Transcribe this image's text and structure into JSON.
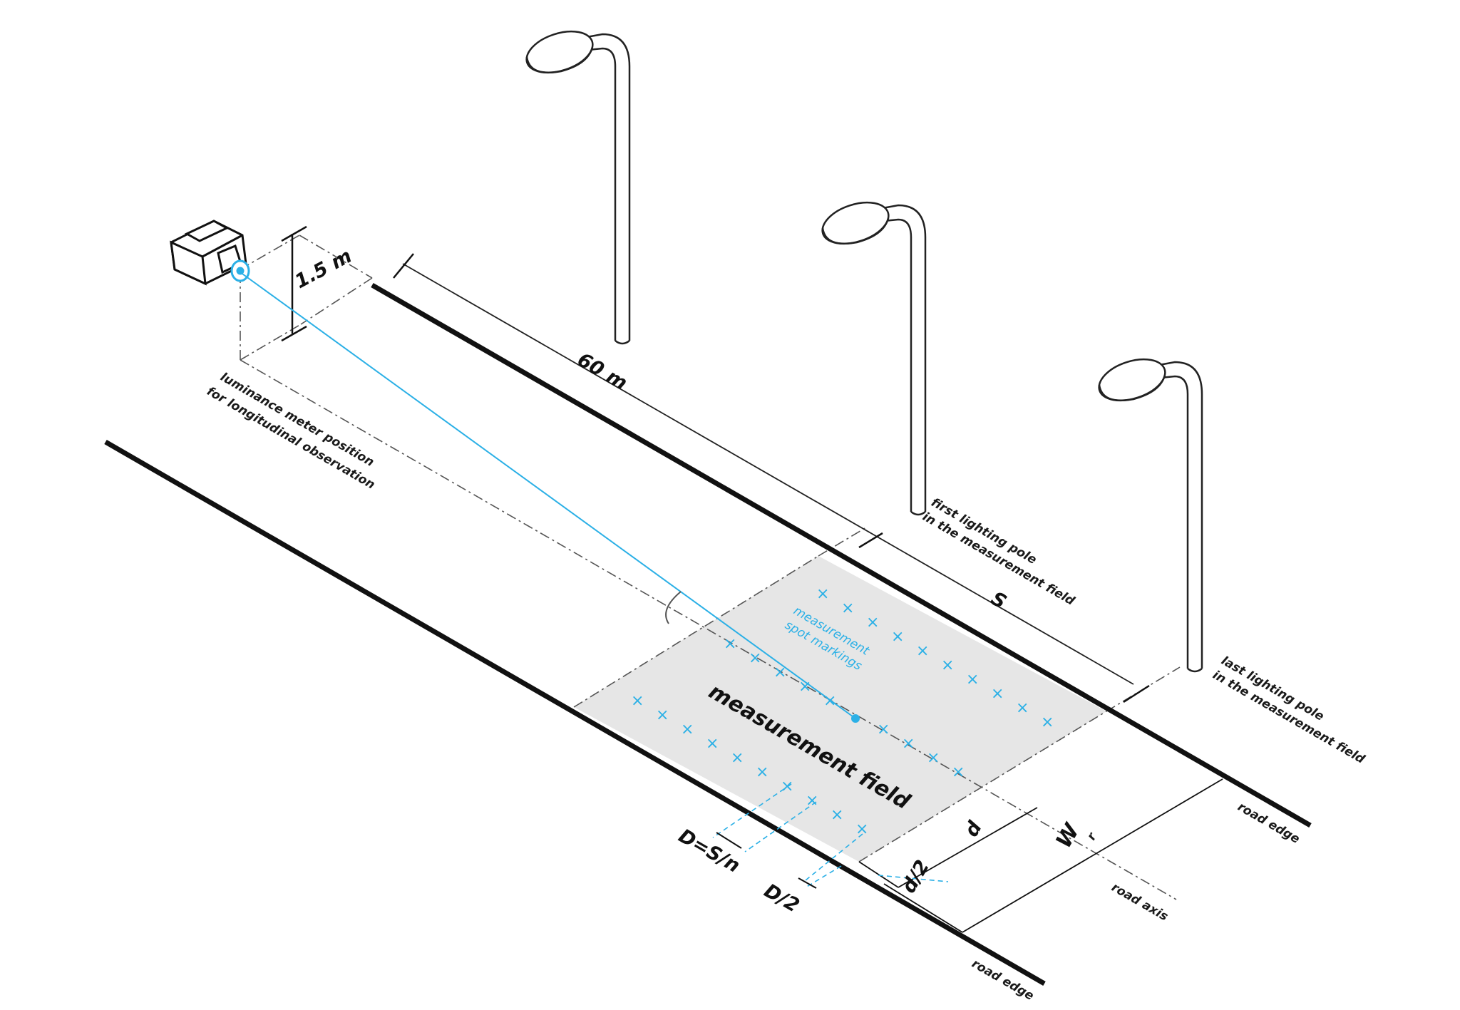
{
  "labels": {
    "height": "1.5 m",
    "length": "60 m",
    "meter_position_line1": "luminance meter position",
    "meter_position_line2": "for longitudinal observation",
    "first_pole_line1": "first lighting pole",
    "first_pole_line2": "in the measurement field",
    "last_pole_line1": "last lighting pole",
    "last_pole_line2": "in the measurement field",
    "spacing": "S",
    "spot_markings_line1": "measurement",
    "spot_markings_line2": "spot markings",
    "field": "measurement field",
    "lane_width": "d",
    "half_lane": "d/2",
    "road_width": "W",
    "road_width_sub": "r",
    "spot_spacing": "D=S/n",
    "half_spot_spacing": "D/2",
    "road_edge_top": "road edge",
    "road_edge_bottom": "road edge",
    "road_axis": "road axis"
  },
  "colors": {
    "line": "#111111",
    "accent": "#2bb0e6",
    "field_fill": "#e6e6e6"
  },
  "icons": [
    "luminance-meter-icon",
    "street-lamp-icon"
  ]
}
